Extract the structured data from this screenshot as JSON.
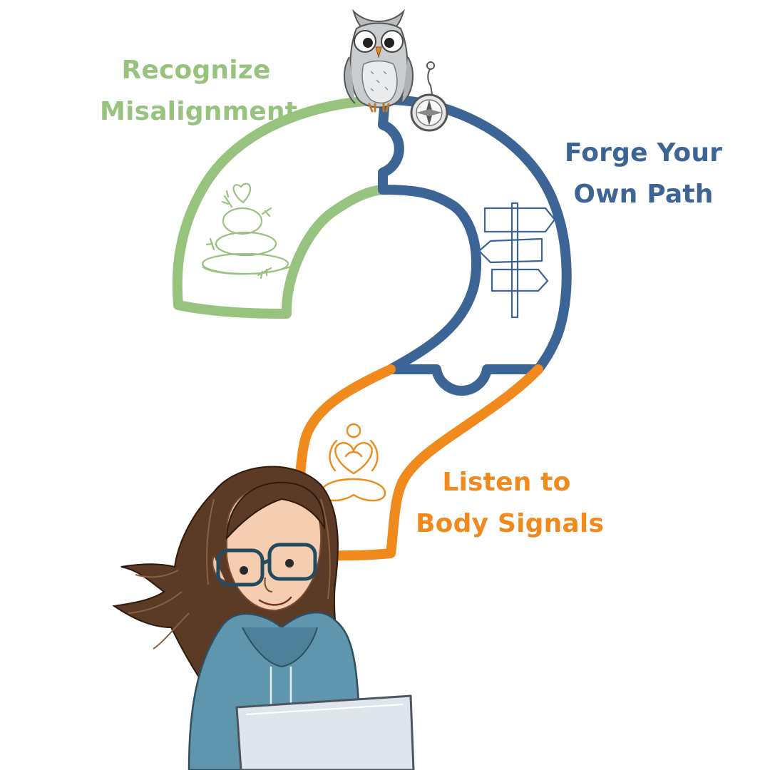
{
  "colors": {
    "green": "#98c37e",
    "blue": "#3c6596",
    "orange": "#f08a1c",
    "hoodie": "#5f95ad",
    "hair": "#5b3a26",
    "sketch_gray": "#8e9398"
  },
  "labels": {
    "misalignment": {
      "line1": "Recognize",
      "line2": "Misalignment",
      "color": "#98c37e"
    },
    "path": {
      "line1": "Forge Your",
      "line2": "Own Path",
      "color": "#3c6596"
    },
    "body": {
      "line1": "Listen to",
      "line2": "Body Signals",
      "color": "#f08a1c"
    }
  },
  "icons": {
    "top": [
      "owl-icon",
      "compass-icon"
    ],
    "green_section": "stacked-stones-icon",
    "blue_section": "signpost-icon",
    "orange_section": "meditation-heart-icon",
    "bottom": "girl-with-laptop-illustration"
  }
}
